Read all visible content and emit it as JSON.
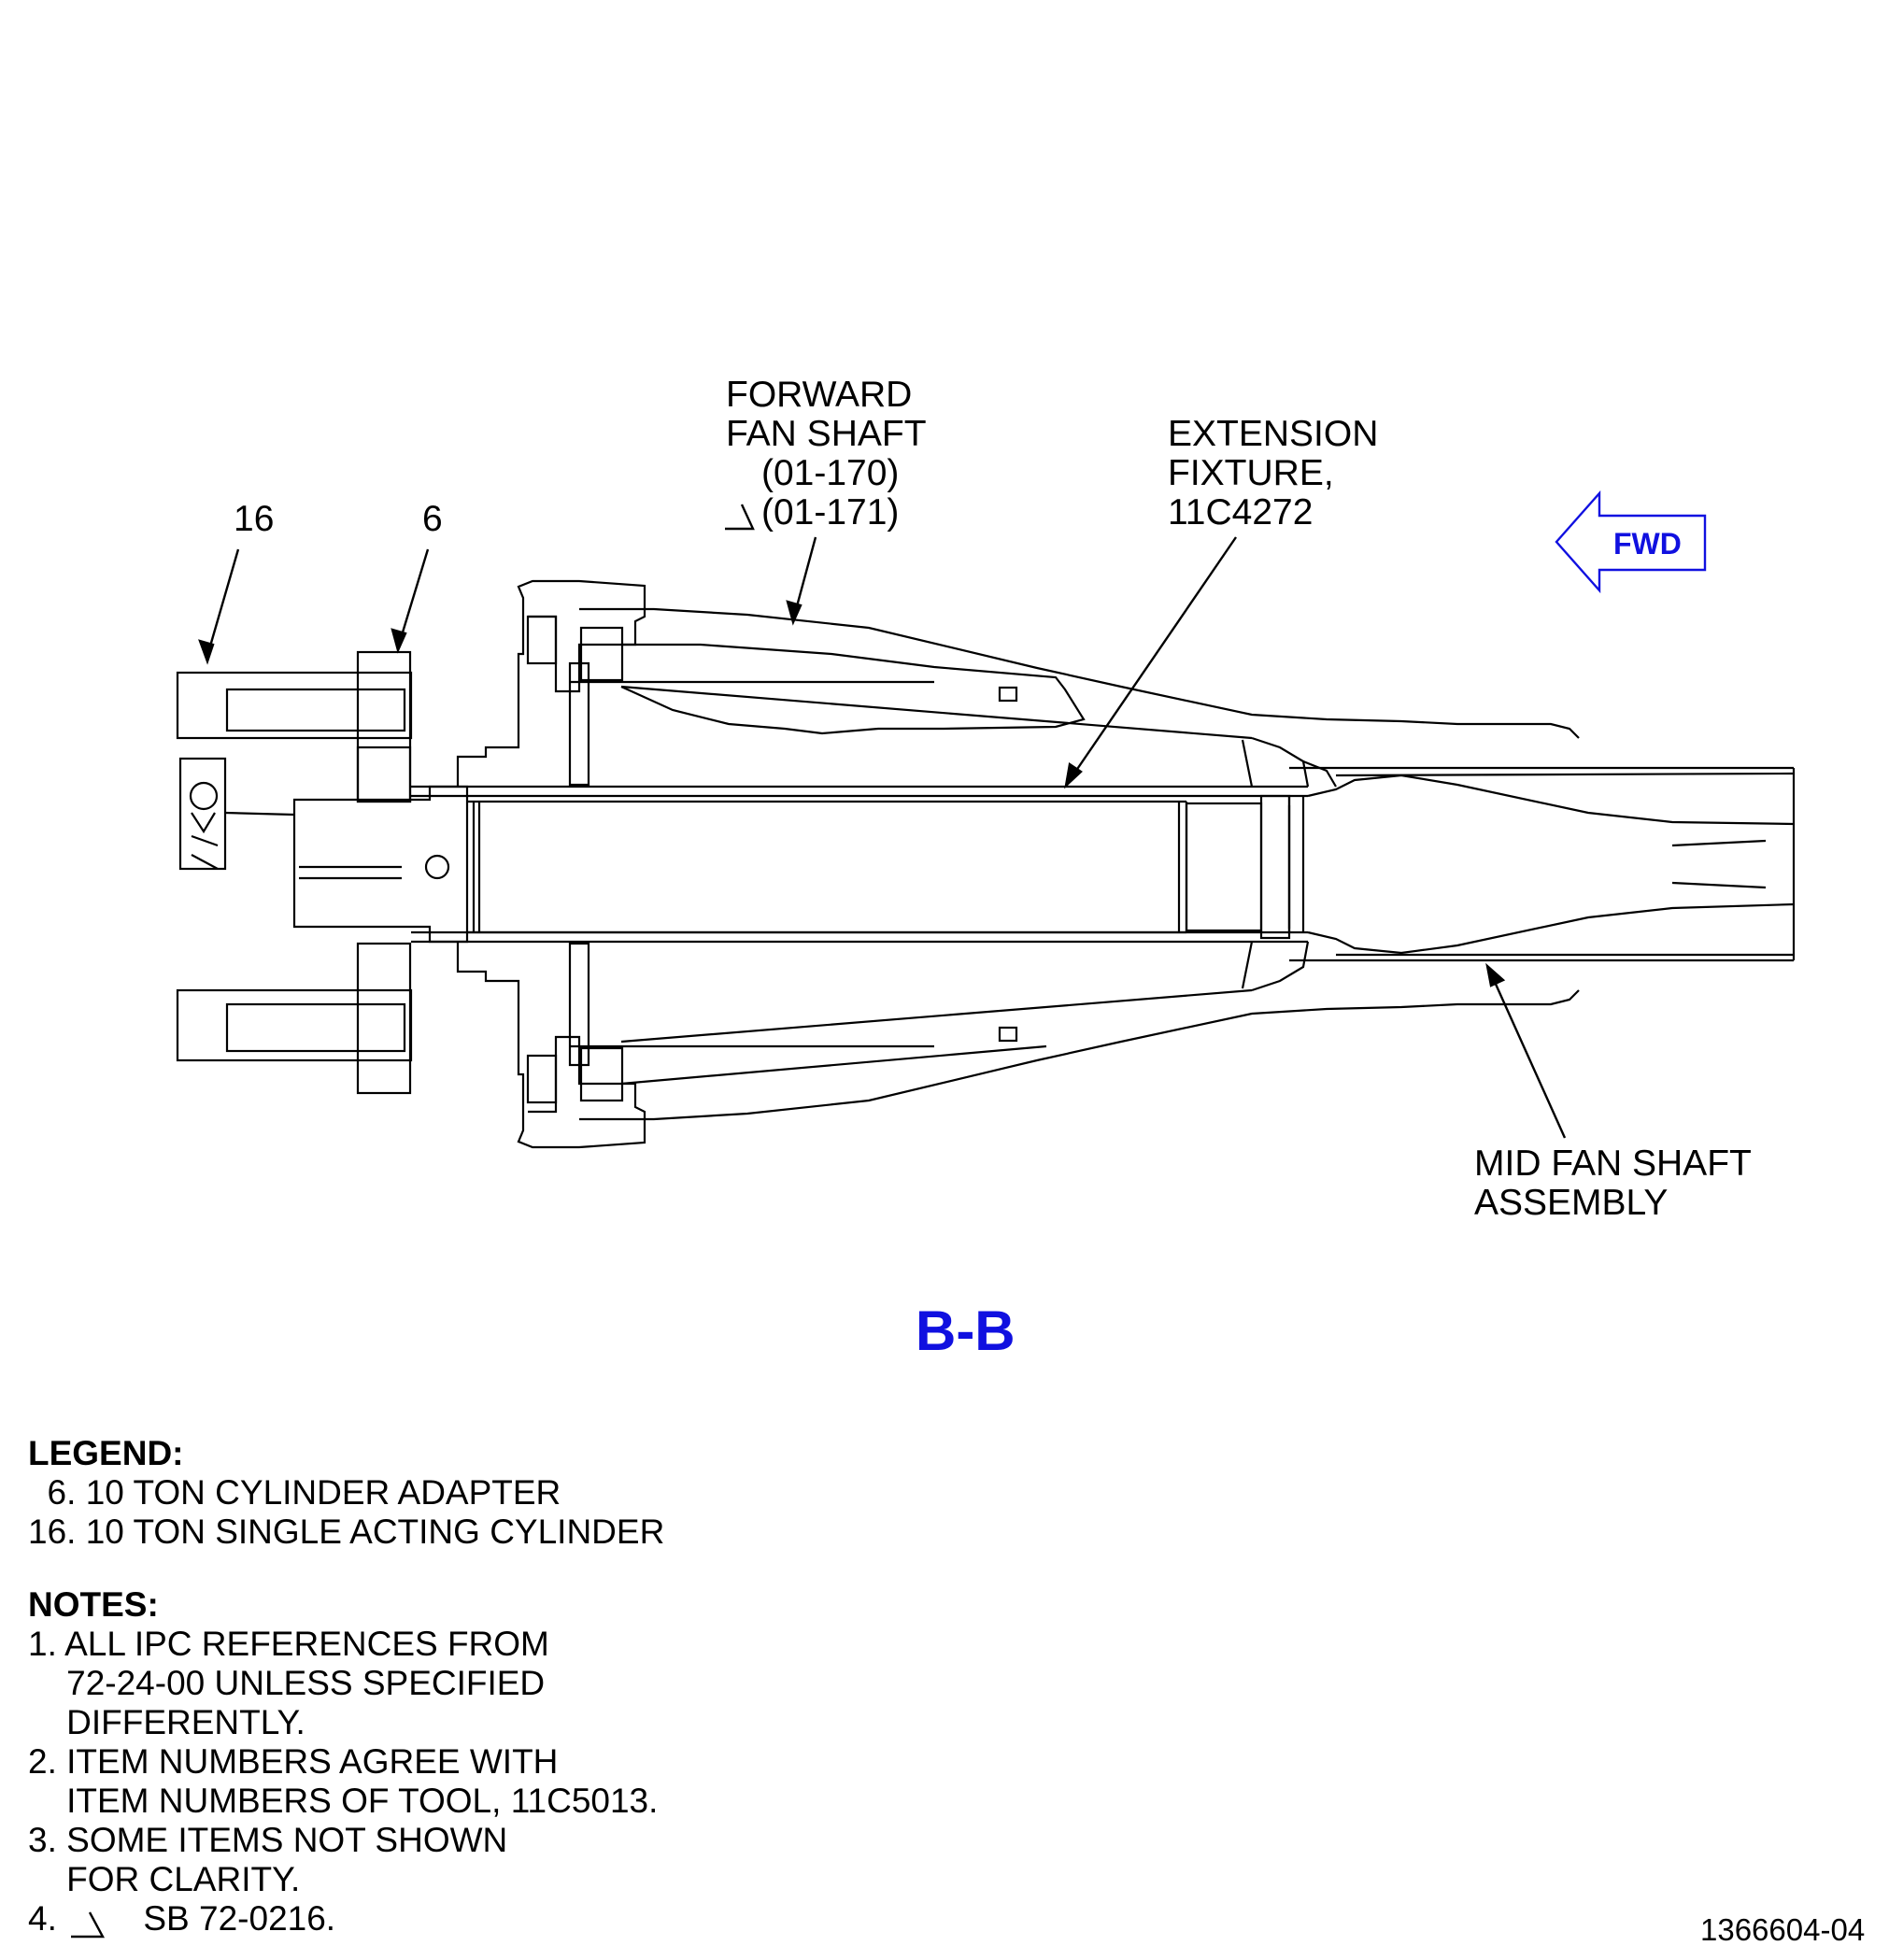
{
  "callouts": {
    "item16": "16",
    "item6": "6",
    "forward_fan_shaft": [
      "FORWARD",
      "FAN SHAFT",
      "(01-170)",
      "(01-171)"
    ],
    "extension_fixture": [
      "EXTENSION",
      "FIXTURE,",
      "11C4272"
    ],
    "mid_fan_shaft": [
      "MID FAN SHAFT",
      "ASSEMBLY"
    ],
    "fwd_arrow": "FWD"
  },
  "section_label": "B-B",
  "legend": {
    "heading": "LEGEND:",
    "items": [
      "  6. 10 TON CYLINDER ADAPTER",
      "16. 10 TON SINGLE ACTING CYLINDER"
    ]
  },
  "notes": {
    "heading": "NOTES:",
    "lines": [
      "1. ALL IPC REFERENCES FROM",
      "    72-24-00 UNLESS SPECIFIED",
      "    DIFFERENTLY.",
      "2. ITEM NUMBERS AGREE WITH",
      "    ITEM NUMBERS OF TOOL, 11C5013.",
      "3. SOME ITEMS NOT SHOWN",
      "    FOR CLARITY.",
      "4.         SB 72-0216."
    ]
  },
  "figure_number": "1366604-04",
  "colors": {
    "accent": "#1010e0",
    "line": "#000000"
  }
}
